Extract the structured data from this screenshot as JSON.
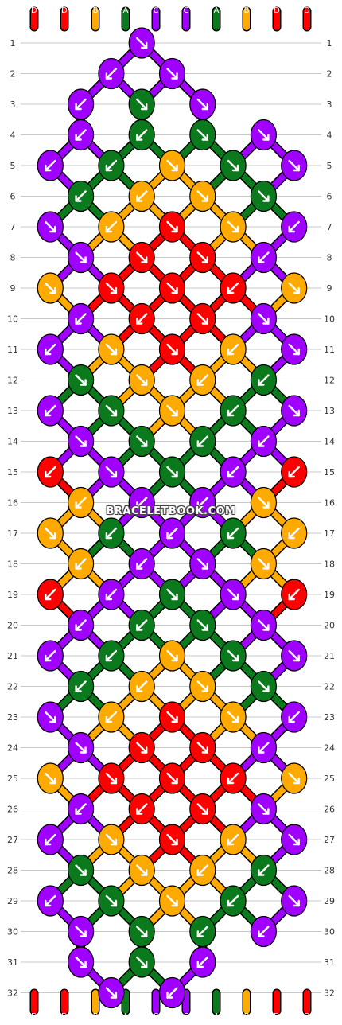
{
  "colors": {
    "A": "#0a7a1c",
    "B": "#ffaa00",
    "C": "#a000ff",
    "D": "#ff0000"
  },
  "strings": {
    "top": [
      "D",
      "D",
      "B",
      "A",
      "C",
      "C",
      "A",
      "B",
      "D",
      "D"
    ],
    "bottom": [
      "D",
      "D",
      "B",
      "A",
      "C",
      "C",
      "A",
      "B",
      "D",
      "D"
    ]
  },
  "row_labels": [
    "1",
    "2",
    "3",
    "4",
    "5",
    "6",
    "7",
    "8",
    "9",
    "10",
    "11",
    "12",
    "13",
    "14",
    "15",
    "16",
    "17",
    "18",
    "19",
    "20",
    "21",
    "22",
    "23",
    "24",
    "25",
    "26",
    "27",
    "28",
    "29",
    "30",
    "31",
    "32"
  ],
  "watermark": "BRACELETBOOK.COM",
  "knots": [
    [
      "C\\"
    ],
    [
      "C/",
      "C\\"
    ],
    [
      "C/",
      "A\\",
      "C\\"
    ],
    [
      "C/",
      "A/",
      "A\\",
      "C\\"
    ],
    [
      "C/",
      "A/",
      "B\\",
      "A\\",
      "C\\"
    ],
    [
      "A/",
      "B/",
      "B\\",
      "A\\"
    ],
    [
      "C\\",
      "B/",
      "D\\",
      "B\\",
      "C/"
    ],
    [
      "C\\",
      "D\\",
      "D\\",
      "C/"
    ],
    [
      "B\\",
      "D\\",
      "D\\",
      "D/",
      "B\\"
    ],
    [
      "C/",
      "D/",
      "D\\",
      "C\\"
    ],
    [
      "C/",
      "B\\",
      "D\\",
      "B/",
      "C\\"
    ],
    [
      "A\\",
      "B\\",
      "B/",
      "A/"
    ],
    [
      "C/",
      "A\\",
      "B\\",
      "A/",
      "C\\"
    ],
    [
      "C\\",
      "A\\",
      "A/",
      "C/"
    ],
    [
      "D/",
      "C\\",
      "A\\",
      "C/",
      "D/"
    ],
    [
      "B/",
      "C/",
      "C/",
      "B\\"
    ],
    [
      "B\\",
      "A/",
      "C/",
      "A/",
      "B/"
    ],
    [
      "B/",
      "C/",
      "C\\",
      "B\\"
    ],
    [
      "D/",
      "C/",
      "A\\",
      "C\\",
      "D/"
    ],
    [
      "C/",
      "A/",
      "A\\",
      "C\\"
    ],
    [
      "C/",
      "A/",
      "B\\",
      "A\\",
      "C\\"
    ],
    [
      "A/",
      "B/",
      "B\\",
      "A\\"
    ],
    [
      "C\\",
      "B/",
      "D\\",
      "B\\",
      "C/"
    ],
    [
      "C\\",
      "D\\",
      "D\\",
      "C/"
    ],
    [
      "B\\",
      "D\\",
      "D\\",
      "D/",
      "B\\"
    ],
    [
      "C/",
      "D/",
      "D\\",
      "C\\"
    ],
    [
      "C/",
      "B\\",
      "D\\",
      "B/",
      "C\\"
    ],
    [
      "A\\",
      "B\\",
      "B/",
      "A/"
    ],
    [
      "C/",
      "A\\",
      "B\\",
      "A/",
      "C\\"
    ],
    [
      "C\\",
      "A\\",
      "A/",
      "C/"
    ],
    [
      "C\\",
      "A\\",
      "C/"
    ],
    [
      "C\\",
      "C/"
    ]
  ]
}
